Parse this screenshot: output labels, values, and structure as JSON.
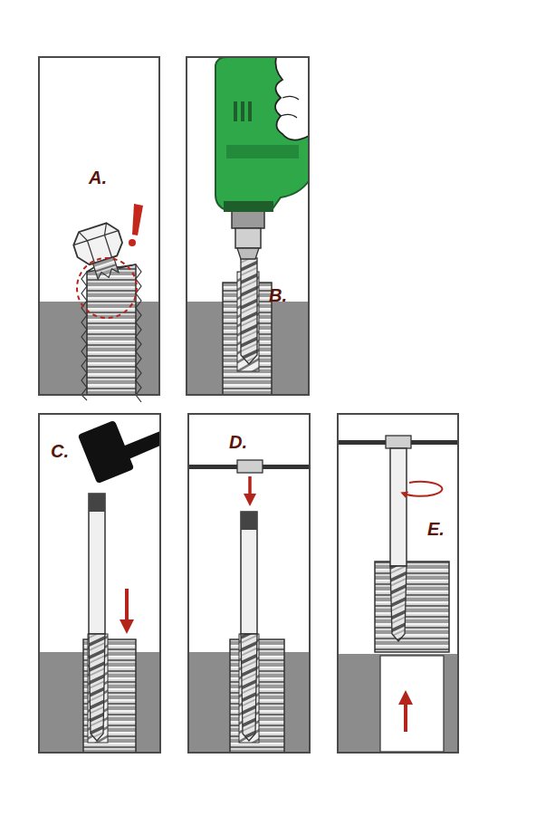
{
  "diagram": {
    "nodes": [
      {
        "text": [
          "A."
        ]
      },
      {
        "text": [
          "B."
        ]
      },
      {
        "text": [
          "C."
        ]
      },
      {
        "text": [
          "D."
        ]
      },
      {
        "text": [
          "E."
        ]
      }
    ]
  }
}
